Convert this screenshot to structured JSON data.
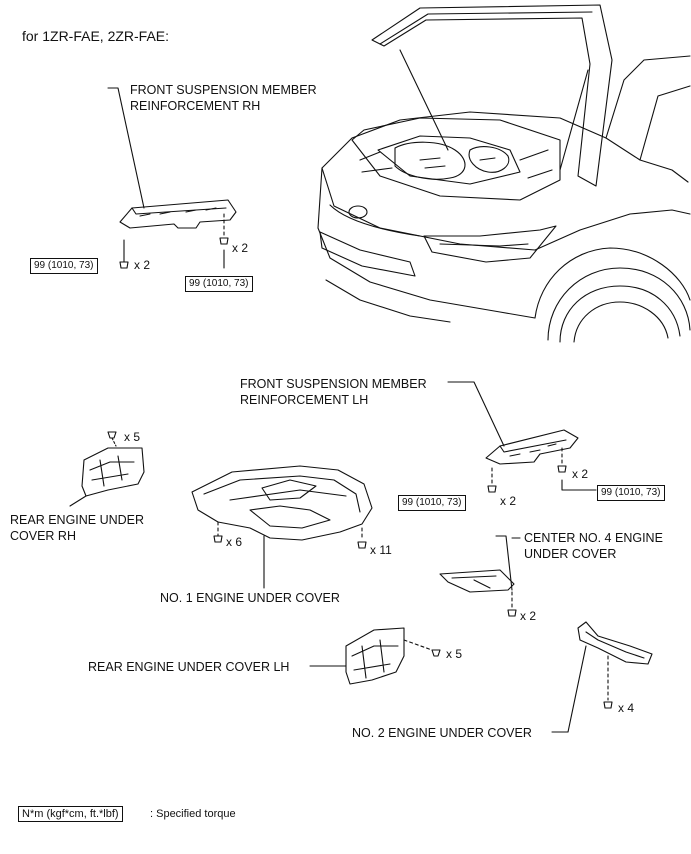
{
  "heading": "for 1ZR-FAE, 2ZR-FAE:",
  "parts": {
    "front_susp_rh": "FRONT SUSPENSION MEMBER\nREINFORCEMENT RH",
    "front_susp_lh": "FRONT SUSPENSION MEMBER\nREINFORCEMENT LH",
    "rear_cover_rh": "REAR ENGINE UNDER\nCOVER RH",
    "no1_cover": "NO. 1 ENGINE UNDER COVER",
    "center_no4_cover": "CENTER NO. 4 ENGINE\nUNDER COVER",
    "rear_cover_lh": "REAR ENGINE UNDER COVER LH",
    "no2_cover": "NO. 2 ENGINE UNDER COVER"
  },
  "torques": {
    "rh_left": "99 (1010, 73)",
    "rh_right": "99 (1010, 73)",
    "lh_left": "99 (1010, 73)",
    "lh_right": "99 (1010, 73)"
  },
  "quantities": {
    "rh_left_bolt": "x 2",
    "rh_right_bolt": "x 2",
    "rear_rh_screw": "x 5",
    "no1_left_bolt": "x 6",
    "no1_right_clip": "x 11",
    "lh_left_bolt": "x 2",
    "lh_right_bolt": "x 2",
    "center_no4_bolt": "x 2",
    "rear_lh_screw": "x 5",
    "no2_bolt": "x 4"
  },
  "legend": {
    "unit": "N*m (kgf*cm, ft.*lbf)",
    "desc": ": Specified torque"
  }
}
